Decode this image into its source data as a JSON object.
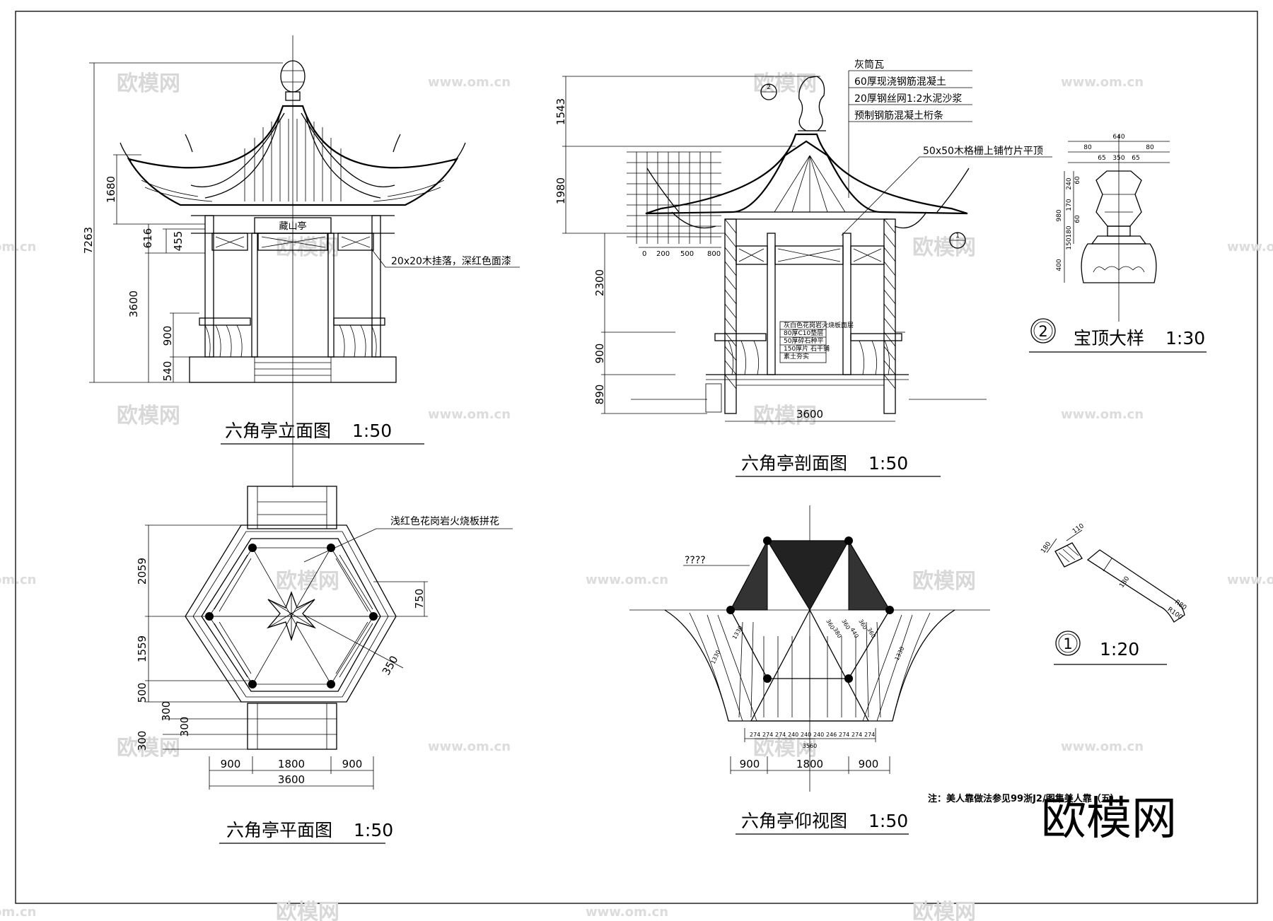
{
  "elevation": {
    "title": "六角亭立面图",
    "scale": "1:50",
    "plaque": "藏山亭",
    "note": "20x20木挂落，深红色面漆",
    "dims": [
      "7263",
      "1680",
      "616",
      "455",
      "3600",
      "900",
      "540"
    ]
  },
  "section": {
    "title": "六角亭剖面图",
    "scale": "1:50",
    "roof_layers": [
      "灰筒瓦",
      "60厚现浇钢筋混凝土",
      "20厚钢丝网1:2水泥沙浆",
      "预制钢筋混凝土桁条"
    ],
    "ceiling_note": "50x50木格栅上铺竹片平顶",
    "floor_layers": [
      "灰白色花岗岩火烧板面层",
      "80厚C10垫层",
      "50厚碎石种平",
      "150厚片 石干铺",
      "素土夯实"
    ],
    "grid_scale": [
      "0",
      "200",
      "500",
      "800"
    ],
    "dims_left": [
      "1543",
      "1980",
      "2300",
      "900",
      "890"
    ],
    "dim_bottom": "3600",
    "callout_detail": "2",
    "callout_section": "1"
  },
  "finial": {
    "callout": "2",
    "title": "宝顶大样",
    "scale": "1:30",
    "dims_top": [
      "640",
      "80",
      "65",
      "350",
      "65",
      "80"
    ],
    "dims_side": [
      "980",
      "240",
      "170",
      "60",
      "60",
      "180",
      "150",
      "400"
    ]
  },
  "detail1": {
    "callout": "1",
    "scale": "1:20",
    "dims": [
      "180",
      "110",
      "180",
      "R80",
      "R100"
    ]
  },
  "plan": {
    "title": "六角亭平面图",
    "scale": "1:50",
    "note": "浅红色花岗岩火烧板拼花",
    "dims_left": [
      "2059",
      "1559",
      "500",
      "300",
      "300",
      "300"
    ],
    "dim_right": "750",
    "dim_diag": "350",
    "dims_bottom": [
      "900",
      "1800",
      "900"
    ],
    "dim_total": "3600"
  },
  "ceiling": {
    "title": "六角亭仰视图",
    "scale": "1:50",
    "label": "????",
    "rafter_dims": [
      "274",
      "274",
      "274",
      "240",
      "240",
      "240",
      "246",
      "274",
      "274",
      "274"
    ],
    "rafter_total": "3560",
    "rafter_diag": [
      "1330",
      "360",
      "380",
      "360",
      "440",
      "360",
      "360",
      "1330"
    ],
    "dims_bottom": [
      "900",
      "1800",
      "900"
    ]
  },
  "note": "注：美人靠做法参见99浙J2/图集美人靠（五）。",
  "watermark": {
    "brand": "欧模网",
    "url": "www.om.cn",
    "url_partial": "om.cn"
  }
}
